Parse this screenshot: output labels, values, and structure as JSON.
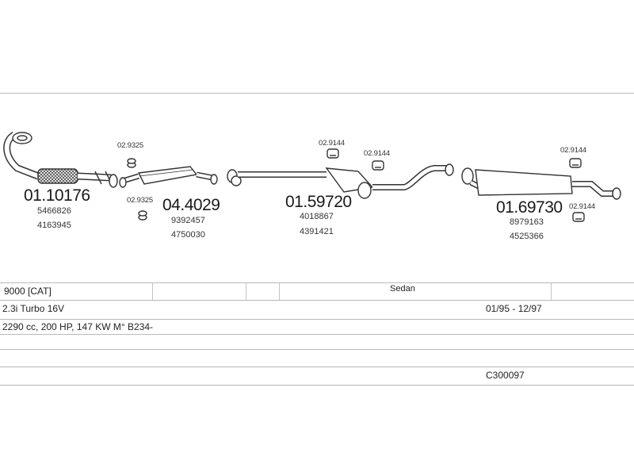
{
  "parts": {
    "p1": {
      "ref": "01.10176",
      "oe1": "5466826",
      "oe2": "4163945"
    },
    "p2": {
      "ref": "04.4029",
      "oe1": "9392457",
      "oe2": "4750030"
    },
    "p3": {
      "ref": "01.59720",
      "oe1": "4018867",
      "oe2": "4391421"
    },
    "p4": {
      "ref": "01.69730",
      "oe1": "8979163",
      "oe2": "4525366"
    }
  },
  "fittings": {
    "f1": "02.9325",
    "f2": "02.9325",
    "f3": "02.9144",
    "f4": "02.9144",
    "f5": "02.9144",
    "f6": "02.9144"
  },
  "vehicle": {
    "model": "9000  [CAT]",
    "body_icon": "car-sedan-icon",
    "body_type": "Sedan",
    "engine": "2.3i Turbo 16V",
    "production": "01/95 - 12/97",
    "specs": "2290 cc, 200 HP, 147 KW M° B234-",
    "code": "C300097"
  }
}
